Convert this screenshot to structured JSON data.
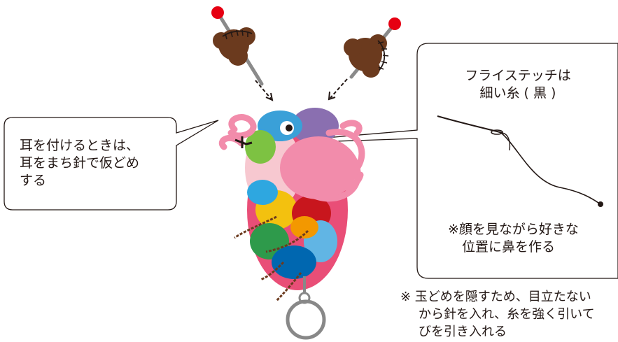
{
  "left_callout": {
    "line1": "耳を付けるときは、",
    "line2": "耳をまち針で仮どめ",
    "line3": "する"
  },
  "right_callout": {
    "title_line1": "フライステッチは",
    "title_line2": "細い糸 ( 黒 )",
    "bottom_line1": "※顔を見ながら好きな",
    "bottom_line2": "位置に鼻を作る"
  },
  "footnote": {
    "line1": "※ 玉どめを隠すため、目立たない",
    "line2": "から針を入れ、糸を強く引いて",
    "line3": "びを引き入れる"
  },
  "colors": {
    "outline": "#231815",
    "pin_head": "#e60012",
    "ear": "#6b3a1e",
    "pink_yarn": "#f28cab",
    "ring": "#888888"
  },
  "icons": [
    "pin-icon",
    "ear-pompom-icon",
    "arrow-icon",
    "needle-icon",
    "keyring-icon"
  ]
}
